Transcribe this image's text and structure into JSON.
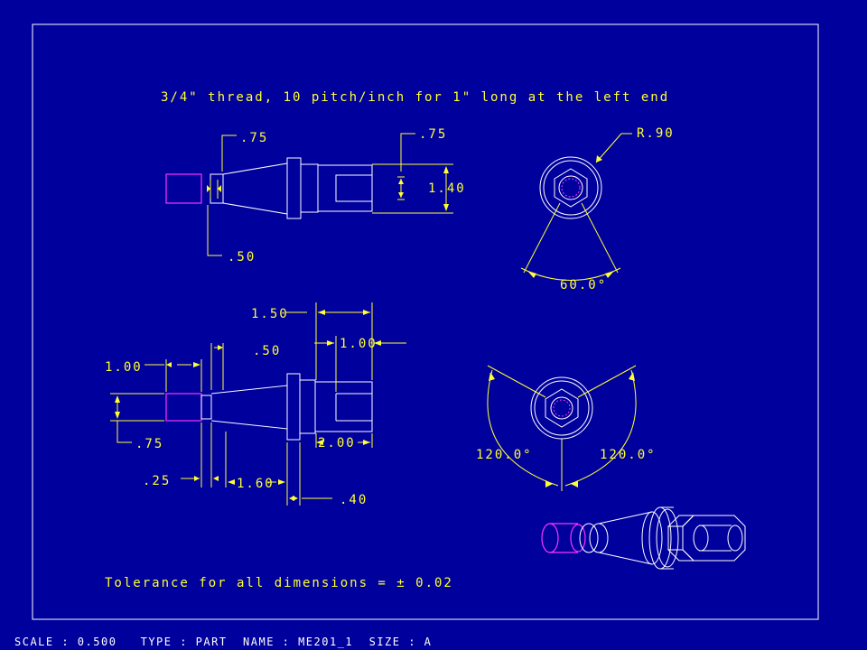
{
  "drawing": {
    "note": "3/4\" thread, 10 pitch/inch for 1\" long at the left end",
    "tolerance": "Tolerance for all dimensions = ± 0.02",
    "top_view": {
      "dim_left_thread": ".75",
      "dim_right_hex": ".75",
      "dim_height": "1.40",
      "dim_shaft": ".50"
    },
    "end_view_top": {
      "radius": "R.90",
      "angle": "60.0°"
    },
    "front_view": {
      "dim_1_50": "1.50",
      "dim_1_00_right": "1.00",
      "dim_0_50": ".50",
      "dim_1_00_left": "1.00",
      "dim_0_75": ".75",
      "dim_2_00": "2.00",
      "dim_0_25": ".25",
      "dim_1_60": "1.60",
      "dim_0_40": ".40"
    },
    "end_view_bottom": {
      "angle_left": "120.0°",
      "angle_right": "120.0°"
    },
    "colors": {
      "background": "#00009c",
      "dimension": "#ffff33",
      "geometry": "#ffffff",
      "thread": "#ff33ff"
    }
  },
  "status_bar": {
    "text": "SCALE : 0.500   TYPE : PART  NAME : ME201_1  SIZE : A"
  }
}
